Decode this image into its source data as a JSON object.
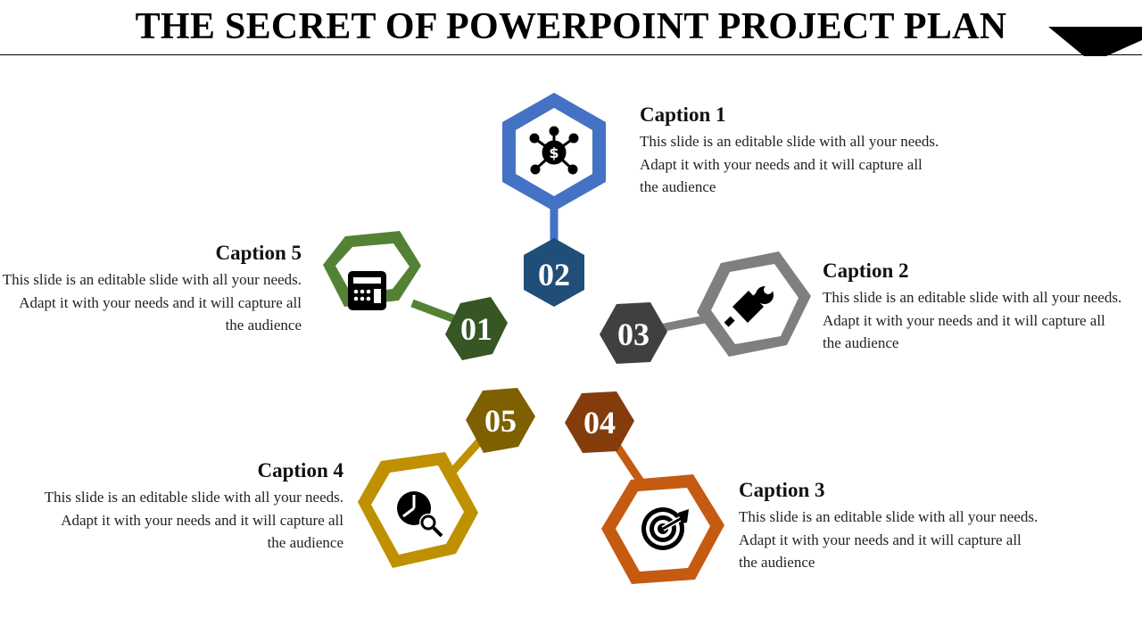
{
  "title": "THE SECRET OF POWERPOINT PROJECT PLAN",
  "colors": {
    "blue": "#4472C4",
    "navy": "#1F4E79",
    "green": "#548235",
    "dark_green": "#375623",
    "gray": "#7F7F7F",
    "dark_gray": "#404040",
    "orange": "#C55A11",
    "brown": "#843C0C",
    "gold": "#BF9000",
    "olive": "#7F6000"
  },
  "nodes": [
    {
      "number": "02",
      "icon": "money-network-icon"
    },
    {
      "number": "01",
      "icon": "calculator-icon"
    },
    {
      "number": "03",
      "icon": "wrench-plug-icon"
    },
    {
      "number": "04",
      "icon": "target-plug-icon"
    },
    {
      "number": "05",
      "icon": "clock-search-icon"
    }
  ],
  "captions": {
    "c1": {
      "title": "Caption 1",
      "text": "This slide is an editable slide with all your needs. Adapt it with your needs and it will capture all the audience"
    },
    "c2": {
      "title": "Caption 2",
      "text": "This slide is an editable slide with all your needs. Adapt it with your needs and it will capture all the audience"
    },
    "c3": {
      "title": "Caption 3",
      "text": "This slide is an editable slide with all your needs. Adapt it with your needs and it will capture all the audience"
    },
    "c4": {
      "title": "Caption 4",
      "text": "This slide is an editable slide with all your needs. Adapt it with your needs and it will capture all the audience"
    },
    "c5": {
      "title": "Caption 5",
      "text": "This slide is an editable slide with all your needs. Adapt it with your needs and it will capture all the audience"
    }
  }
}
